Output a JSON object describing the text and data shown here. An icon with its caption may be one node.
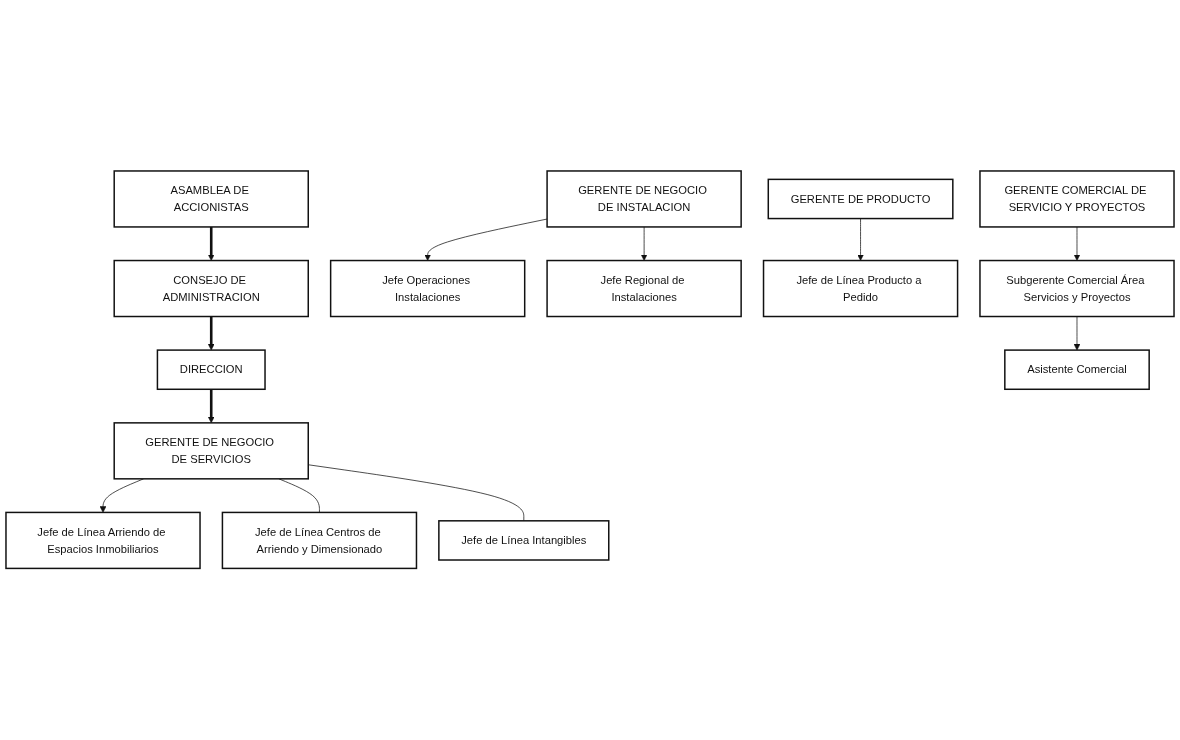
{
  "diagram": {
    "nodes": [
      {
        "text": [
          "ASAMBLEA DE ACCIONISTAS"
        ]
      },
      {
        "text": [
          "CONSEJO DE ADMINISTRACION"
        ]
      },
      {
        "text": [
          "DIRECCION"
        ]
      },
      {
        "text": [
          "GERENTE DE NEGOCIO DE INSTALACION"
        ]
      },
      {
        "text": [
          "GERENTE DE NEGOCIO DE SERVICIOS"
        ]
      },
      {
        "text": [
          "GERENTE DE PRODUCTO"
        ]
      },
      {
        "text": [
          "GERENTE COMERCIAL DE SERVICIO Y PROYECTOS"
        ]
      },
      {
        "text": [
          "Jefe Operaciones Instalaciones"
        ]
      },
      {
        "text": [
          "Jefe Regional de Instalaciones"
        ]
      },
      {
        "text": [
          "Jefe de Línea Arriendo de Espacios Inmobiliarios"
        ]
      },
      {
        "text": [
          "Jefe de Línea Centros de Arriendo y Dimensionado"
        ]
      },
      {
        "text": [
          "Jefe de Línea Intangibles"
        ]
      },
      {
        "text": [
          "Jefe de Línea Producto a Pedido"
        ]
      },
      {
        "text": [
          "Subgerente Comercial Área Servicios y Proyectos"
        ]
      },
      {
        "text": [
          "Asistente Comercial"
        ]
      }
    ],
    "edges": [
      {
        "from": 0,
        "to": 1,
        "arrow": "to",
        "style": "thick"
      },
      {
        "from": 1,
        "to": 2,
        "arrow": "to",
        "style": "thick"
      },
      {
        "from": 2,
        "to": 4,
        "arrow": "to",
        "style": "thick"
      },
      {
        "from": 3,
        "to": 7,
        "arrow": "to"
      },
      {
        "from": 3,
        "to": 8,
        "arrow": "to"
      },
      {
        "from": 4,
        "to": 9,
        "arrow": "to"
      },
      {
        "from": 4,
        "to": 10,
        "arrow": "none"
      },
      {
        "from": 4,
        "to": 11,
        "arrow": "none"
      },
      {
        "from": 5,
        "to": 12,
        "arrow": "to"
      },
      {
        "from": 6,
        "to": 13,
        "arrow": "to"
      },
      {
        "from": 13,
        "to": 14,
        "arrow": "to"
      }
    ]
  }
}
